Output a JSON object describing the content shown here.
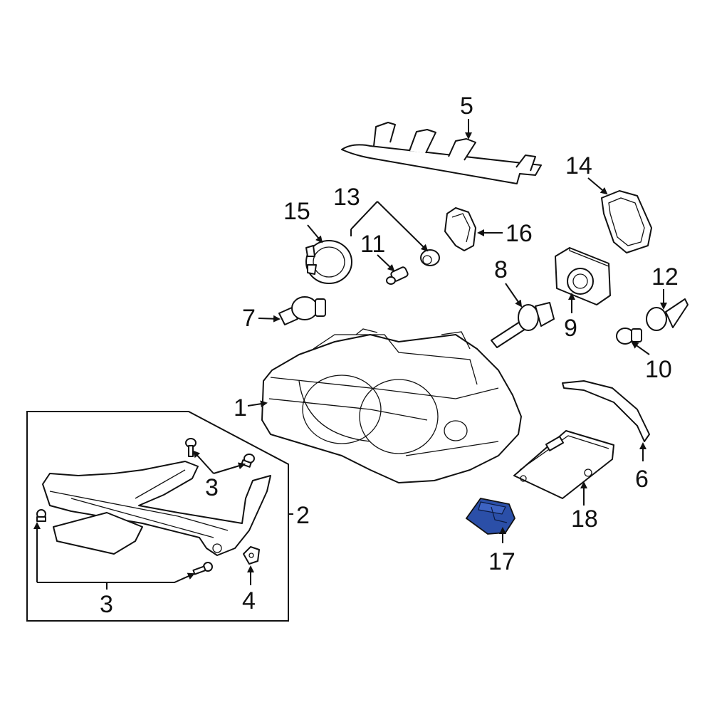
{
  "diagram": {
    "highlight_color": "#2b4fa8",
    "callouts": [
      {
        "id": "p1",
        "text": "1"
      },
      {
        "id": "p2",
        "text": "2"
      },
      {
        "id": "p3a",
        "text": "3"
      },
      {
        "id": "p3b",
        "text": "3"
      },
      {
        "id": "p4",
        "text": "4"
      },
      {
        "id": "p5",
        "text": "5"
      },
      {
        "id": "p6",
        "text": "6"
      },
      {
        "id": "p7",
        "text": "7"
      },
      {
        "id": "p8",
        "text": "8"
      },
      {
        "id": "p9",
        "text": "9"
      },
      {
        "id": "p10",
        "text": "10"
      },
      {
        "id": "p11",
        "text": "11"
      },
      {
        "id": "p12",
        "text": "12"
      },
      {
        "id": "p13",
        "text": "13"
      },
      {
        "id": "p14",
        "text": "14"
      },
      {
        "id": "p15",
        "text": "15"
      },
      {
        "id": "p16",
        "text": "16"
      },
      {
        "id": "p17",
        "text": "17"
      },
      {
        "id": "p18",
        "text": "18"
      }
    ]
  }
}
